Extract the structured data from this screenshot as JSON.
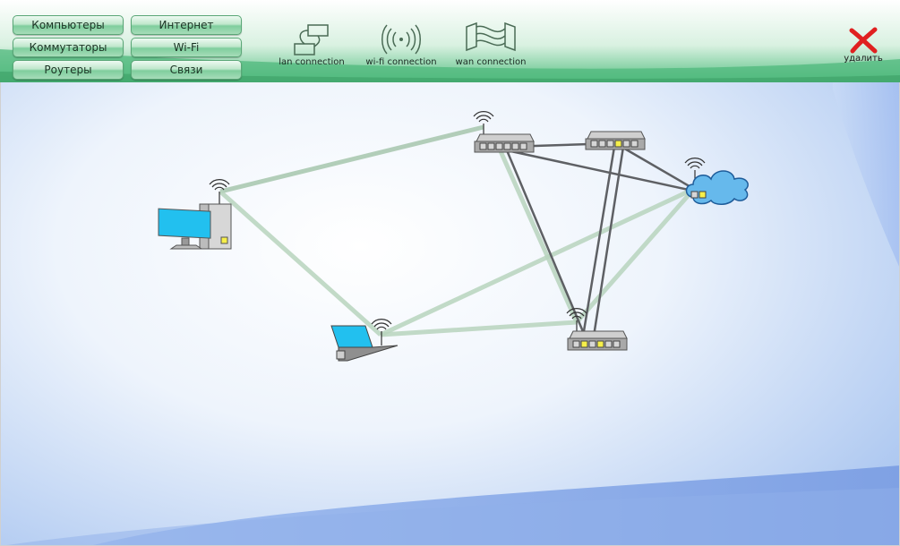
{
  "toolbar": {
    "buttons": [
      {
        "label": "Компьютеры"
      },
      {
        "label": "Коммутаторы"
      },
      {
        "label": "Роутеры"
      },
      {
        "label": "Интернет"
      },
      {
        "label": "Wi-Fi"
      },
      {
        "label": "Связи"
      }
    ],
    "connections": [
      {
        "label": "lan connection",
        "icon": "lan-connection-icon"
      },
      {
        "label": "wi-fi connection",
        "icon": "wifi-connection-icon"
      },
      {
        "label": "wan connection",
        "icon": "wan-connection-icon"
      }
    ],
    "delete_label": "удалить",
    "delete_icon": "red-x-icon"
  },
  "devices": [
    {
      "type": "computer",
      "wifi": true
    },
    {
      "type": "laptop",
      "wifi": true
    },
    {
      "type": "switch",
      "wifi": true
    },
    {
      "type": "switch",
      "wifi": false
    },
    {
      "type": "switch",
      "wifi": true
    },
    {
      "type": "internet-cloud",
      "wifi": true
    }
  ],
  "links": [
    {
      "from": "computer",
      "to": "switch-top-left",
      "kind": "wifi"
    },
    {
      "from": "computer",
      "to": "laptop",
      "kind": "wifi"
    },
    {
      "from": "laptop",
      "to": "switch-bottom",
      "kind": "wifi"
    },
    {
      "from": "laptop",
      "to": "internet-cloud",
      "kind": "wifi"
    },
    {
      "from": "switch-top-left",
      "to": "switch-bottom",
      "kind": "wifi"
    },
    {
      "from": "switch-bottom",
      "to": "internet-cloud",
      "kind": "wifi"
    },
    {
      "from": "switch-top-left",
      "to": "switch-top-right",
      "kind": "lan"
    },
    {
      "from": "switch-top-left",
      "to": "internet-cloud",
      "kind": "lan"
    },
    {
      "from": "switch-top-left",
      "to": "switch-bottom",
      "kind": "lan"
    },
    {
      "from": "switch-top-right",
      "to": "internet-cloud",
      "kind": "lan"
    },
    {
      "from": "switch-top-right",
      "to": "switch-bottom",
      "kind": "lan"
    }
  ],
  "colors": {
    "toolbar_green": "#7fce9d",
    "wifi_link": "#b7d3bd",
    "lan_link": "#5e6064",
    "screen_blue": "#22c0ef",
    "cloud_blue": "#66b9ec",
    "delete_red": "#e02020"
  }
}
